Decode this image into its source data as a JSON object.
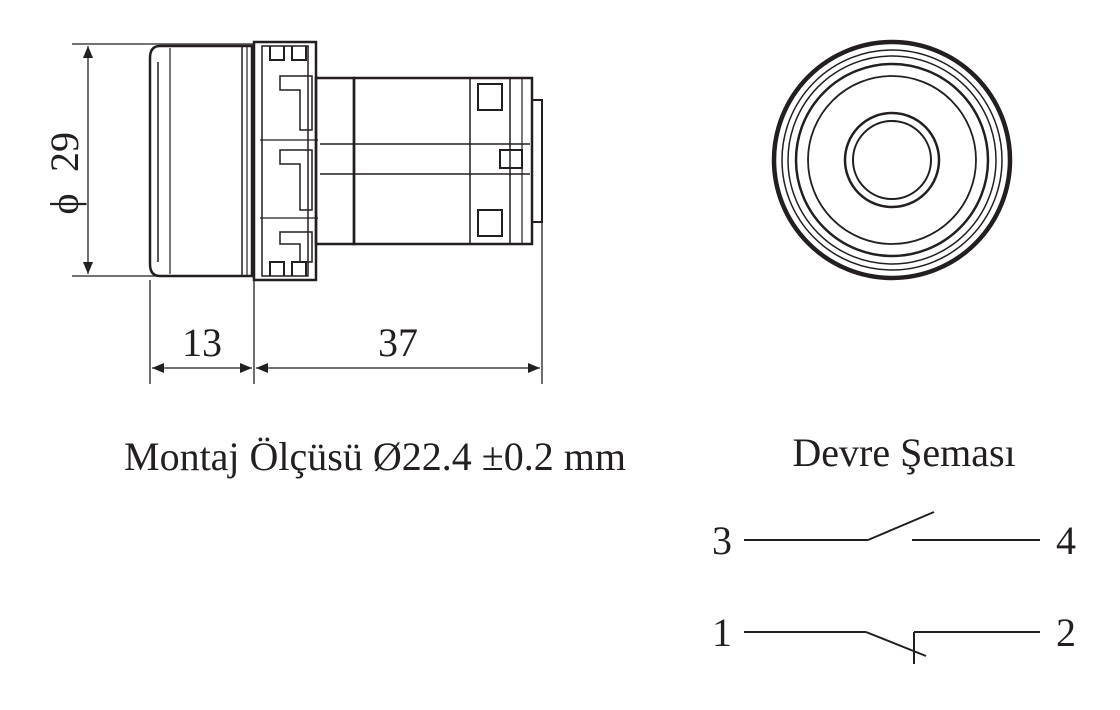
{
  "dimensions": {
    "diameter_label": "29",
    "depth_front_label": "13",
    "depth_body_label": "37"
  },
  "labels": {
    "mounting": "Montaj Ölçüsü Ø22.4 ±0.2 mm",
    "circuit_title": "Devre Şeması"
  },
  "circuit": {
    "no_contact": {
      "left_terminal": "3",
      "right_terminal": "4"
    },
    "nc_contact": {
      "left_terminal": "1",
      "right_terminal": "2"
    }
  },
  "colors": {
    "line": "#231f20",
    "background": "#ffffff"
  }
}
